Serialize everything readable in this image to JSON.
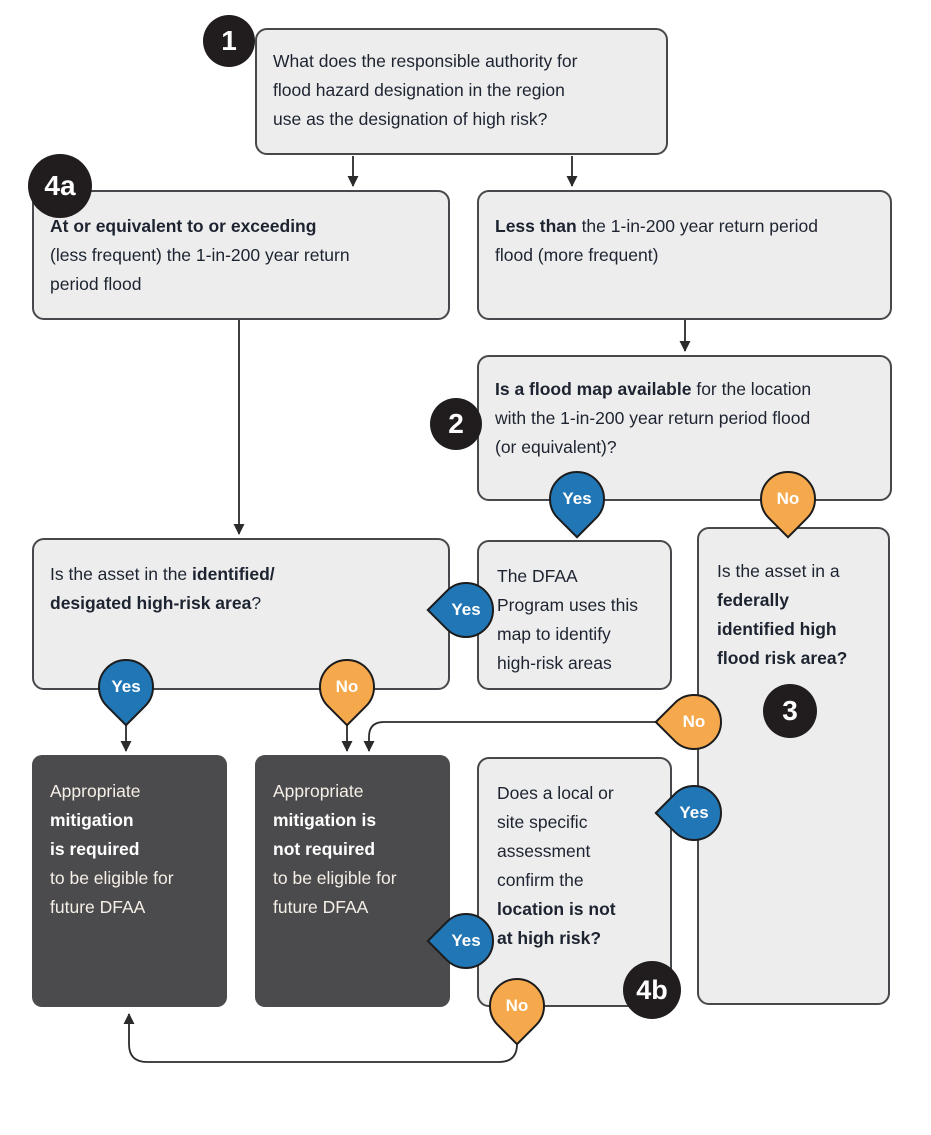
{
  "title": "Flood hazard designation / DFAA mitigation decision flowchart",
  "colors": {
    "yes_pin_blue": "#2176b5",
    "no_pin_orange": "#f6a94c",
    "step_badge_black": "#211d1e",
    "light_box_fill": "#ededee",
    "light_box_border": "#47484b",
    "dark_box_fill": "#4b4b4d",
    "connector_line": "#2b2b2b"
  },
  "badges": {
    "n1": "1",
    "n2": "2",
    "n3": "3",
    "n4a": "4a",
    "n4b": "4b"
  },
  "pins": {
    "yes": "Yes",
    "no": "No"
  },
  "nodes": {
    "q1": {
      "line1": "What does the responsible authority for",
      "line2": "flood hazard designation in the region",
      "line3": "use as the designation of high risk?"
    },
    "at_or_exceeding": {
      "line1_bold": "At or equivalent to or exceeding",
      "line2": "(less frequent) the 1-in-200 year return",
      "line3": "period flood"
    },
    "less_than": {
      "line1_bold": "Less than",
      "line1_rest": " the 1-in-200 year return period",
      "line2": "flood (more frequent)"
    },
    "flood_map": {
      "line1_bold": "Is a flood map available",
      "line1_rest": " for the location",
      "line2": "with the 1-in-200 year return period flood",
      "line3": "(or equivalent)?"
    },
    "asset_identified": {
      "line1": "Is the asset in the ",
      "line1_bold": "identified/",
      "line2_bold": "desigated high-risk area",
      "line2_rest": "?"
    },
    "dfaa_map": {
      "line1": "The DFAA",
      "line2": "Program uses this",
      "line3": "map to identify",
      "line4": "high-risk areas"
    },
    "federal_area": {
      "line1": "Is the asset in a",
      "line2_bold": "federally",
      "line3_bold": "identified high",
      "line4_bold": "flood risk area?"
    },
    "mitigation_required": {
      "line1": "Appropriate",
      "line2_bold": "mitigation",
      "line3_bold": "is required",
      "line4": "to be eligible for",
      "line5": "future DFAA"
    },
    "mitigation_not_required": {
      "line1": "Appropriate",
      "line2_bold": "mitigation is",
      "line3_bold": "not required",
      "line4": "to be eligible for",
      "line5": "future DFAA"
    },
    "local_assessment": {
      "line1": "Does a local or",
      "line2": "site specific",
      "line3": "assessment",
      "line4": "confirm the",
      "line5_bold": "location is not",
      "line6_bold": "at high risk?"
    }
  }
}
